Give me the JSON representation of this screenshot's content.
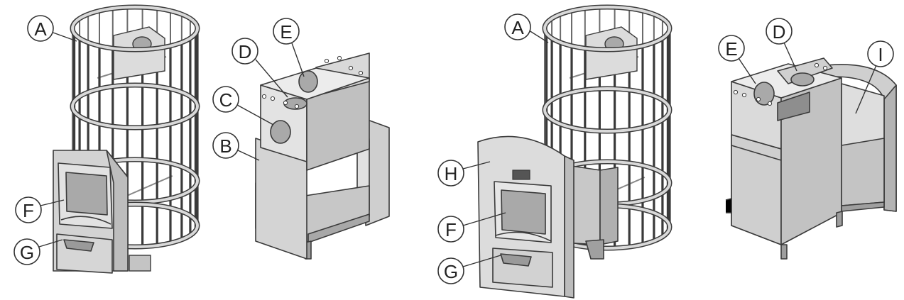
{
  "colors": {
    "outline": "#3a3a3a",
    "panel_light": "#dcdcdc",
    "panel_mid": "#c9c9c9",
    "panel_dark": "#b5b5b5",
    "glass": "#a9a9a9",
    "background": "#ffffff"
  },
  "views": [
    {
      "id": "view-1",
      "callouts": [
        {
          "letter": "A"
        },
        {
          "letter": "F"
        },
        {
          "letter": "G"
        }
      ]
    },
    {
      "id": "view-2",
      "callouts": [
        {
          "letter": "E"
        },
        {
          "letter": "D"
        },
        {
          "letter": "C"
        },
        {
          "letter": "B"
        }
      ]
    },
    {
      "id": "view-3",
      "callouts": [
        {
          "letter": "A"
        },
        {
          "letter": "H"
        },
        {
          "letter": "F"
        },
        {
          "letter": "G"
        }
      ]
    },
    {
      "id": "view-4",
      "callouts": [
        {
          "letter": "E"
        },
        {
          "letter": "D"
        },
        {
          "letter": "I"
        }
      ]
    }
  ]
}
